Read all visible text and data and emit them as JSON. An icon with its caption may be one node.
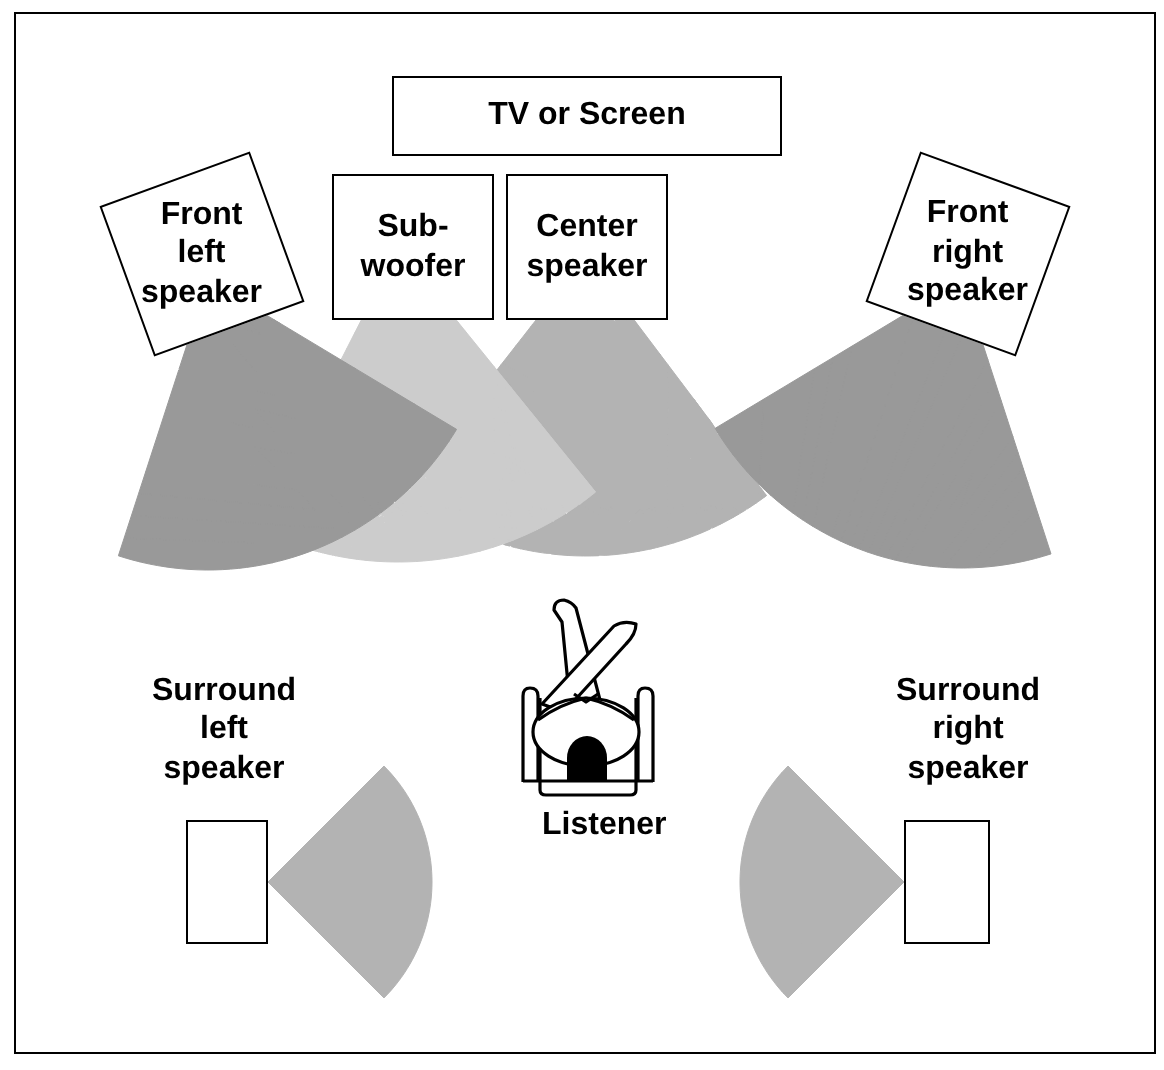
{
  "diagram": {
    "nodes": [
      {
        "text": [
          "TV or Screen"
        ]
      },
      {
        "text": [
          "Front left speaker"
        ]
      },
      {
        "text": [
          "Sub-woofer"
        ]
      },
      {
        "text": [
          "Center speaker"
        ]
      },
      {
        "text": [
          "Front right speaker"
        ]
      },
      {
        "text": [],
        "shape": "sector"
      },
      {
        "text": [],
        "shape": "sector"
      },
      {
        "text": [],
        "shape": "sector"
      },
      {
        "text": [],
        "shape": "sector"
      },
      {
        "text": [
          "Surround left speaker"
        ]
      },
      {
        "text": [],
        "shape": "sector"
      },
      {
        "text": [
          "Listener"
        ]
      },
      {
        "text": [],
        "shape": "sector"
      },
      {
        "text": [
          "Surround right speaker"
        ]
      }
    ]
  }
}
